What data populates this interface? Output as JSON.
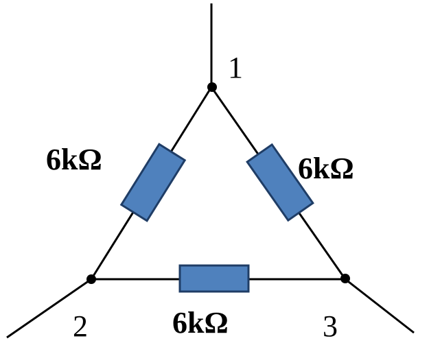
{
  "diagram": {
    "nodes": [
      {
        "id": "1",
        "label": "1"
      },
      {
        "id": "2",
        "label": "2"
      },
      {
        "id": "3",
        "label": "3"
      }
    ],
    "resistors": [
      {
        "id": "R12",
        "between": [
          "1",
          "2"
        ],
        "label": "6kΩ"
      },
      {
        "id": "R13",
        "between": [
          "1",
          "3"
        ],
        "label": "6kΩ"
      },
      {
        "id": "R23",
        "between": [
          "2",
          "3"
        ],
        "label": "6kΩ"
      }
    ],
    "colors": {
      "resistor_fill": "#4f81bd",
      "resistor_stroke": "#1f3d66",
      "wire": "#000000"
    }
  }
}
